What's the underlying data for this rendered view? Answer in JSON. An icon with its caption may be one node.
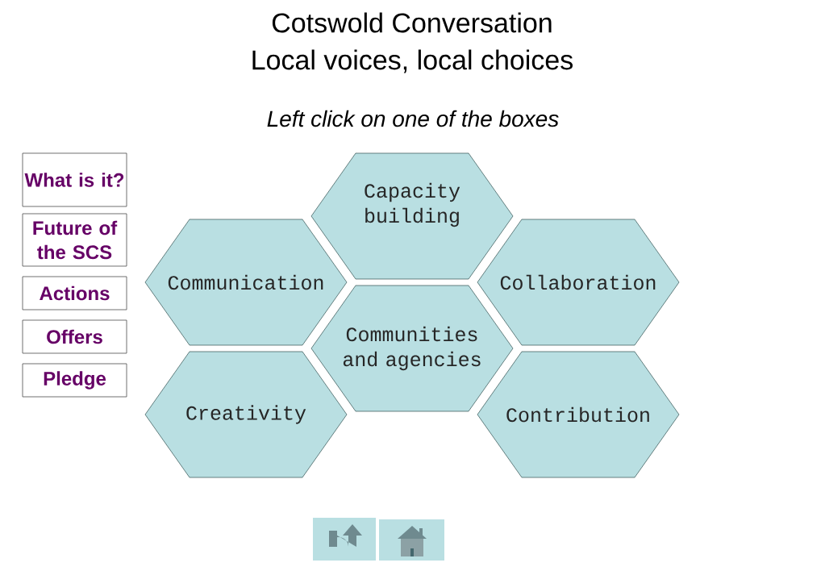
{
  "diagram": {
    "title": "Cotswold Conversation",
    "nodes": [
      {
        "text": [
          "What is it?"
        ]
      },
      {
        "text": [
          "Future of the SCS"
        ]
      },
      {
        "text": [
          "Actions"
        ]
      },
      {
        "text": [
          "Offers"
        ]
      },
      {
        "text": [
          "Pledge"
        ]
      },
      {
        "text": [
          "Capacity building"
        ]
      },
      {
        "text": [
          "Communication"
        ]
      },
      {
        "text": [
          "Collaboration"
        ]
      },
      {
        "text": [
          "Communities and agencies"
        ]
      },
      {
        "text": [
          "Creativity"
        ]
      },
      {
        "text": [
          "Contribution"
        ]
      }
    ],
    "labels": [
      "Local voices, local choices",
      "Left click on one of the boxes"
    ]
  }
}
